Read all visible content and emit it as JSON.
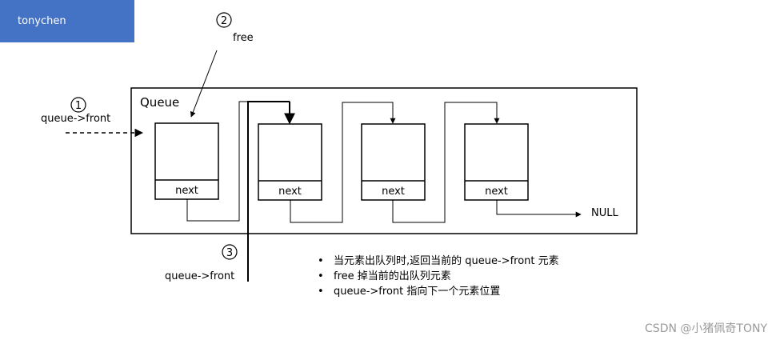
{
  "header": {
    "author": "tonychen"
  },
  "diagram": {
    "container_label": "Queue",
    "node_field": "next",
    "end_label": "NULL",
    "steps": [
      {
        "number": "1",
        "label": "queue->front"
      },
      {
        "number": "2",
        "label": "free"
      },
      {
        "number": "3",
        "label": "queue->front"
      }
    ]
  },
  "notes": {
    "items": [
      "当元素出队列时,返回当前的 queue->front 元素",
      "free 掉当前的出队列元素",
      "queue->front 指向下一个元素位置"
    ]
  },
  "watermark": "CSDN @小猪佩奇TONY",
  "colors": {
    "author_bg": "#4472c4",
    "stroke": "#000000"
  }
}
